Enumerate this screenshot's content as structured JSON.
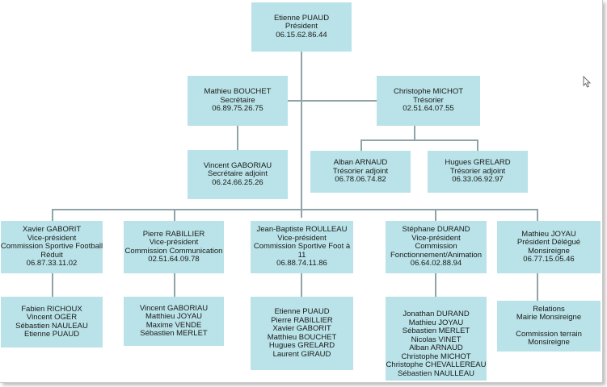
{
  "nodes": {
    "president": [
      "Etienne PUAUD",
      "Président",
      "06.15.62.86.44"
    ],
    "secretaire": [
      "Mathieu BOUCHET",
      "Secrétaire",
      "06.89.75.26.75"
    ],
    "tresorier": [
      "Christophe MICHOT",
      "Trésorier",
      "02.51.64.07.55"
    ],
    "secretaire_adjoint": [
      "Vincent GABORIAU",
      "Secrétaire adjoint",
      "06.24.66.25.26"
    ],
    "tresorier_adjoint_1": [
      "Alban ARNAUD",
      "Trésorier  adjoint",
      "06.78.06.74.82"
    ],
    "tresorier_adjoint_2": [
      "Hugues  GRELARD",
      "Trésorier  adjoint",
      "06.33.06.92.97"
    ],
    "vp1": [
      "Xavier  GABORIT",
      "Vice-président",
      "Commission Sportive Football",
      "Réduit",
      "06.87.33.11.02"
    ],
    "vp2": [
      "Pierre RABILLIER",
      "Vice-président",
      "Commission Communication",
      "02.51.64.09.78"
    ],
    "vp3": [
      "Jean-Baptiste  ROULLEAU",
      "Vice-président",
      "Commission Sportive  Foot à",
      "11",
      "06.88.74.11.86"
    ],
    "vp4": [
      "Stéphane  DURAND",
      "Vice-président",
      "Commission",
      "Fonctionnement/Animation",
      "06.64.02.88.94"
    ],
    "vp5": [
      "Mathieu  JOYAU",
      "Président  Délégué",
      "Monsireigne",
      "06.77.15.05.46"
    ],
    "team1": [
      "Fabien  RICHOUX",
      "Vincent  OGER",
      "Sébastien  NAULEAU",
      "Etienne  PUAUD"
    ],
    "team2": [
      "Vincent  GABORIAU",
      "Matthieu  JOYAU",
      "Maxime  VENDE",
      "Sébastien  MERLET"
    ],
    "team3": [
      "Etienne  PUAUD",
      "Pierre  RABILLIER",
      "Xavier   GABORIT",
      "Matthieu  BOUCHET",
      "Hugues  GRELARD",
      "Laurent  GIRAUD"
    ],
    "team4": [
      "Jonathan  DURAND",
      "Mathieu  JOYAU",
      "Sébastien  MERLET",
      "Nicolas  VINET",
      "Alban  ARNAUD",
      "Christophe  MICHOT",
      "Christophe  CHEVALLEREAU",
      "Sébastien  NAULLEAU"
    ],
    "team5_a": [
      "Relations",
      "Mairie  Monsireigne"
    ],
    "team5_b": [
      "Commission  terrain",
      "Monsireigne"
    ]
  },
  "colors": {
    "box_fill": "#b9e3e8",
    "connector": "#8fa3a8"
  },
  "icons": {
    "cursor": "mouse-pointer-icon"
  }
}
